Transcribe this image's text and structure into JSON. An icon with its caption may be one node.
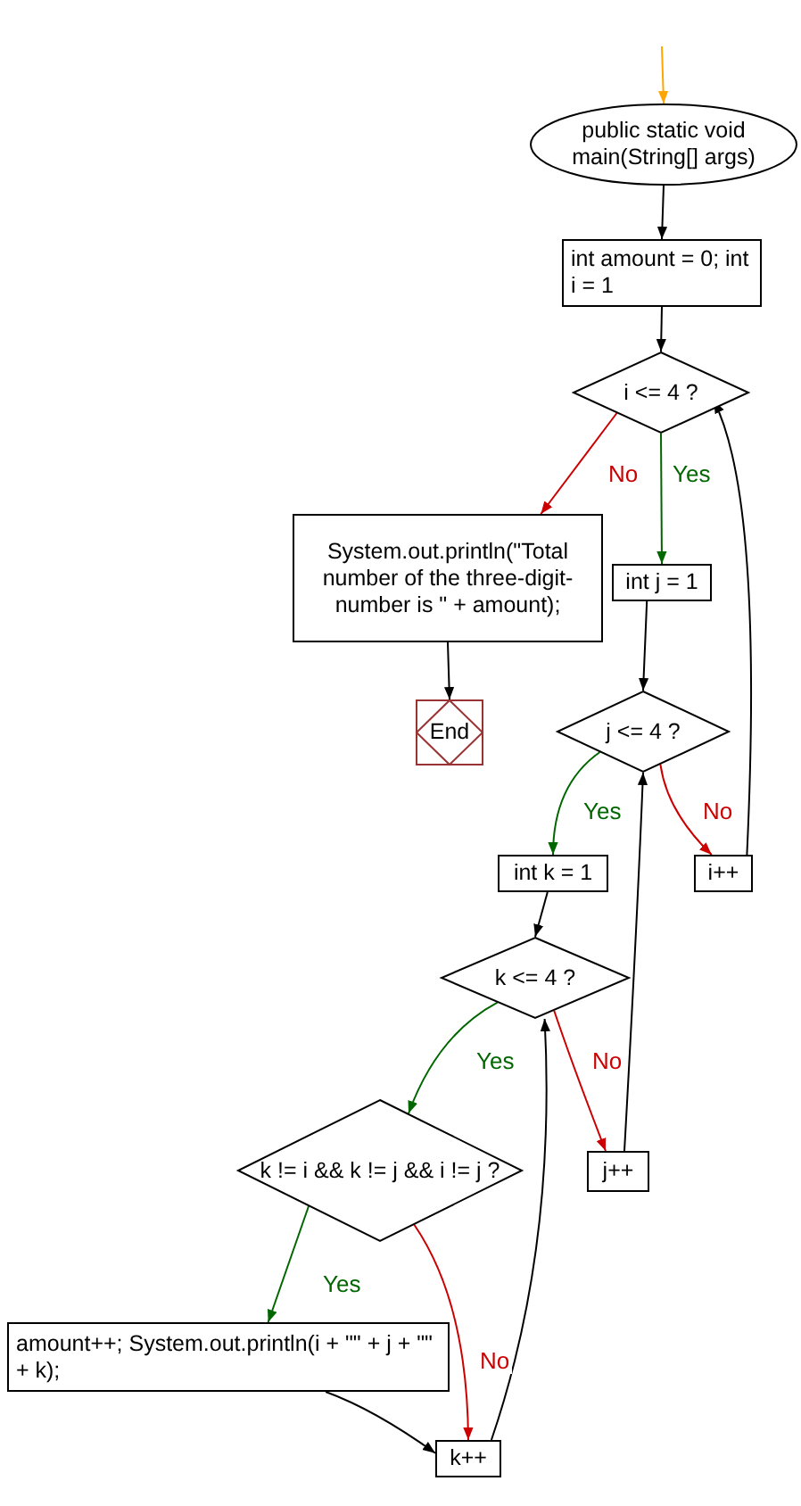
{
  "diagram": {
    "nodes": [
      {
        "text": [
          "public static void main(String[] args)"
        ]
      },
      {
        "text": [
          "int amount = 0; int i = 1"
        ]
      },
      {
        "text": [
          "i <= 4 ?"
        ]
      },
      {
        "text": [
          "System.out.println(\"Total number of the three-digit-number is \" + amount);"
        ]
      },
      {
        "text": [
          "End"
        ]
      },
      {
        "text": [
          "int j = 1"
        ]
      },
      {
        "text": [
          "j <= 4 ?"
        ]
      },
      {
        "text": [
          "i++"
        ]
      },
      {
        "text": [
          "int k = 1"
        ]
      },
      {
        "text": [
          "k <= 4 ?"
        ]
      },
      {
        "text": [
          "k != i && k != j && i != j ?"
        ]
      },
      {
        "text": [
          "j++"
        ]
      },
      {
        "text": [
          "amount++; System.out.println(i + \"\" + j + \"\" + k);"
        ]
      },
      {
        "text": [
          "k++"
        ]
      }
    ],
    "edges": [
      {
        "from": null,
        "to": 0,
        "arrow": "to",
        "color": "#ffa500"
      },
      {
        "from": 0,
        "to": 1,
        "arrow": "to"
      },
      {
        "from": 1,
        "to": 2,
        "arrow": "to"
      },
      {
        "from": 2,
        "to": 3,
        "arrow": "to",
        "label": "No",
        "color": "#cc0000"
      },
      {
        "from": 2,
        "to": 5,
        "arrow": "to",
        "label": "Yes",
        "color": "#006600"
      },
      {
        "from": 3,
        "to": 4,
        "arrow": "to"
      },
      {
        "from": 5,
        "to": 6,
        "arrow": "to"
      },
      {
        "from": 6,
        "to": 8,
        "arrow": "to",
        "label": "Yes",
        "color": "#006600"
      },
      {
        "from": 6,
        "to": 7,
        "arrow": "to",
        "label": "No",
        "color": "#cc0000"
      },
      {
        "from": 7,
        "to": 2,
        "arrow": "to"
      },
      {
        "from": 8,
        "to": 9,
        "arrow": "to"
      },
      {
        "from": 9,
        "to": 10,
        "arrow": "to",
        "label": "Yes",
        "color": "#006600"
      },
      {
        "from": 9,
        "to": 11,
        "arrow": "to",
        "label": "No",
        "color": "#cc0000"
      },
      {
        "from": 11,
        "to": 6,
        "arrow": "to"
      },
      {
        "from": 10,
        "to": 12,
        "arrow": "to",
        "label": "Yes",
        "color": "#006600"
      },
      {
        "from": 10,
        "to": 13,
        "arrow": "to",
        "label": "No",
        "color": "#cc0000"
      },
      {
        "from": 12,
        "to": 13,
        "arrow": "to"
      },
      {
        "from": 13,
        "to": 9,
        "arrow": "to"
      }
    ]
  }
}
